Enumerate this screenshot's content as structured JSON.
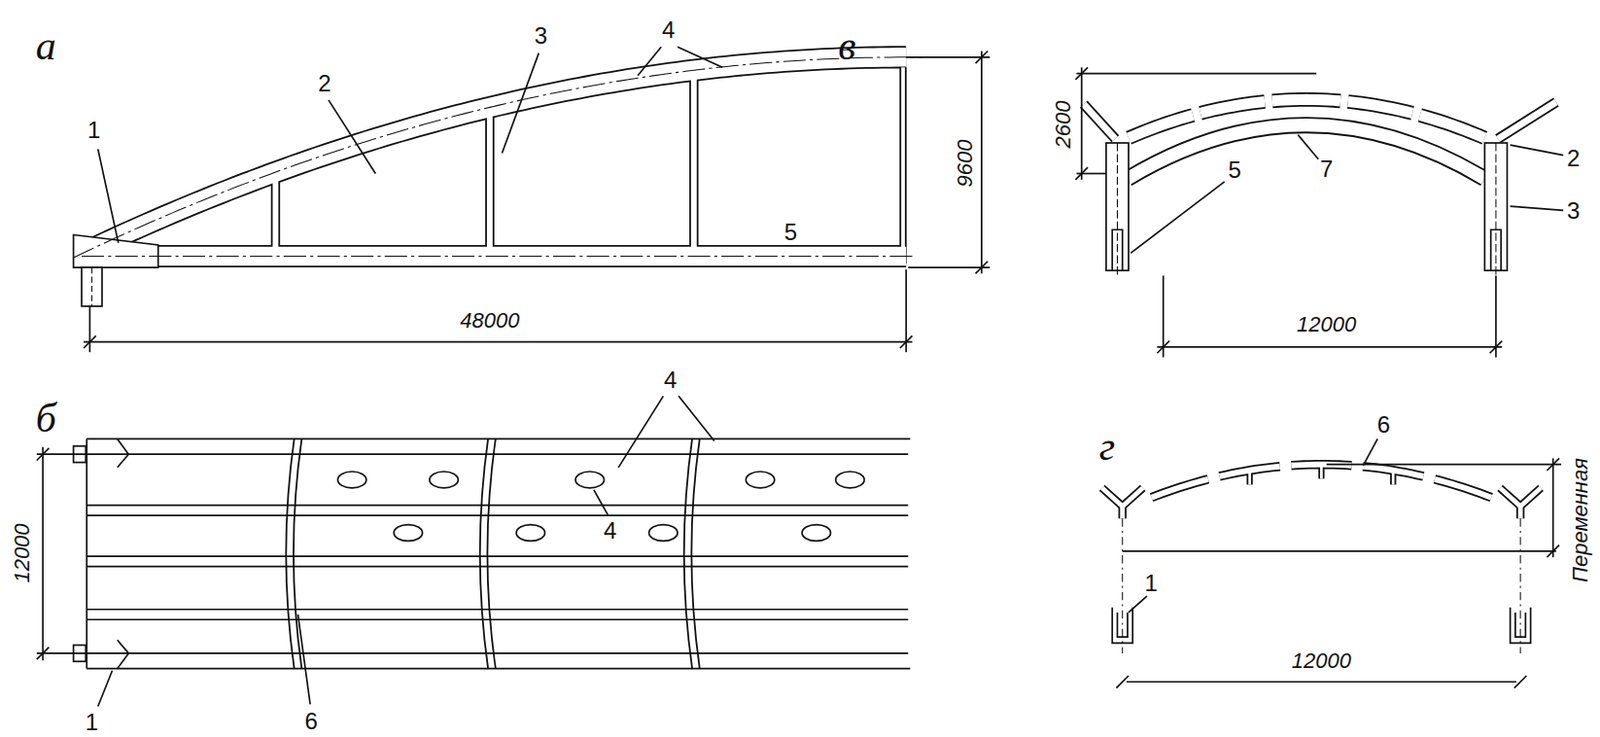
{
  "diagram": {
    "labels": [
      "а",
      "4",
      "3",
      "2",
      "1",
      "9600",
      "5",
      "48000",
      "б",
      "4",
      "12000",
      "4",
      "1",
      "6",
      "в",
      "2600",
      "2",
      "7",
      "5",
      "3",
      "12000",
      "г",
      "6",
      "Переменная",
      "1",
      "12000"
    ]
  }
}
